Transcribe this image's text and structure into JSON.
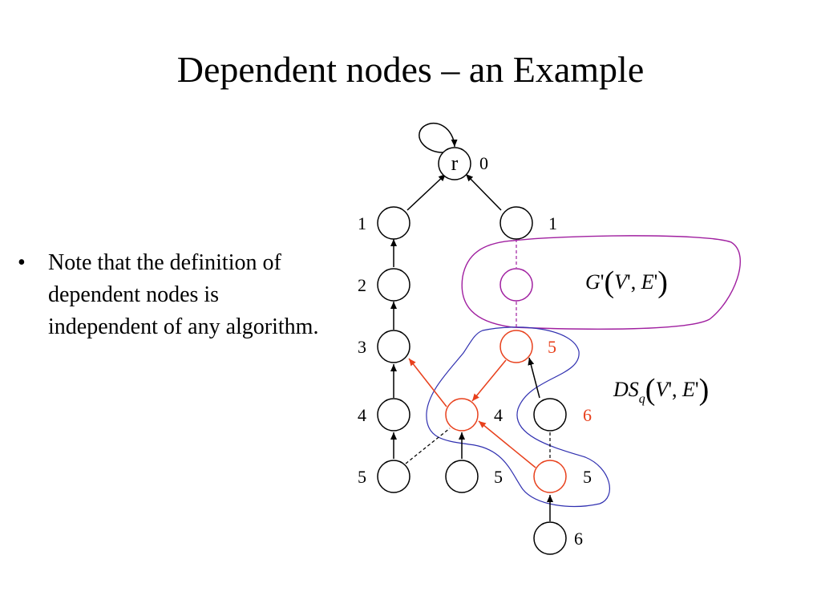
{
  "slide": {
    "title": "Dependent nodes – an Example",
    "bullet": "Note that the definition of dependent nodes is independent of any algorithm."
  },
  "colors": {
    "black": "#000000",
    "dependent": "#e8401c",
    "subgraph_outline": "#a020a0",
    "ds_outline": "#3030b0"
  },
  "diagram": {
    "root_letter": "r",
    "labels": {
      "root_level": "0",
      "left1": "1",
      "right1": "1",
      "left2": "2",
      "left3": "3",
      "red3_level": "5",
      "left4": "4",
      "red4_level": "4",
      "right4_level": "6",
      "left5": "5",
      "mid5": "5",
      "red5_level": "5",
      "bottom6": "6"
    },
    "g_prime_label": {
      "G": "G",
      "prime": "'",
      "lparen": "(",
      "V": "V",
      "vprime": "'",
      "comma": ", ",
      "E": "E",
      "eprime": "'",
      "rparen": ")"
    },
    "ds_label": {
      "DS": "DS",
      "sub": "q",
      "lparen": "(",
      "V": "V",
      "vprime": "'",
      "comma": ", ",
      "E": "E",
      "eprime": "'",
      "rparen": ")"
    }
  }
}
